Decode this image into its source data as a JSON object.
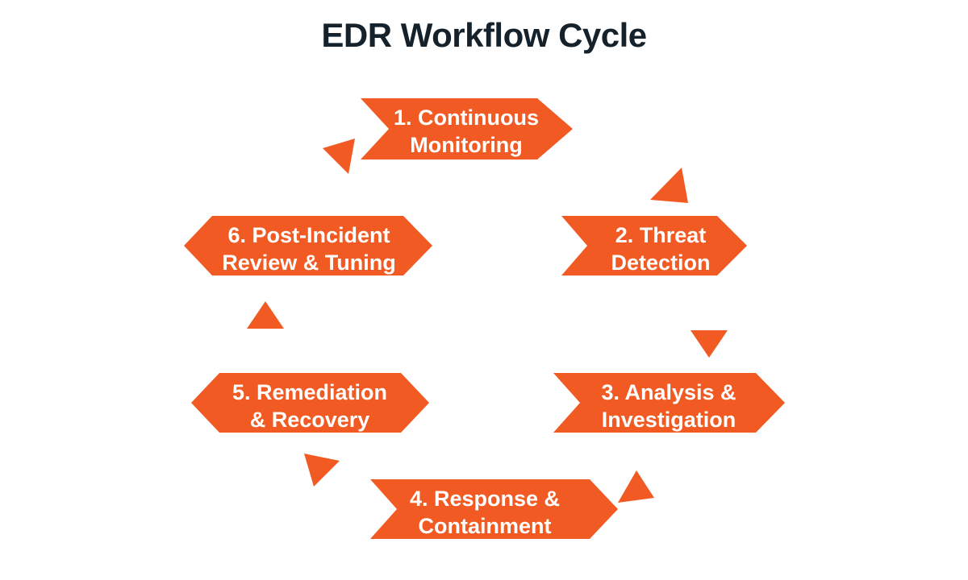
{
  "title": "EDR Workflow Cycle",
  "colors": {
    "accent": "#F15A22",
    "title": "#16222B",
    "label": "#FFFFFF",
    "background": "#FFFFFF"
  },
  "diagram": {
    "type": "cycle",
    "direction": "clockwise",
    "step_count": 6,
    "steps": [
      {
        "id": "step-1",
        "number": "1.",
        "name": "Continuous Monitoring",
        "line1": "1. Continuous",
        "line2": "Monitoring",
        "position": "top"
      },
      {
        "id": "step-2",
        "number": "2.",
        "name": "Threat Detection",
        "line1": "2. Threat",
        "line2": "Detection",
        "position": "right-upper"
      },
      {
        "id": "step-3",
        "number": "3.",
        "name": "Analysis & Investigation",
        "line1": "3. Analysis &",
        "line2": "Investigation",
        "position": "right-lower"
      },
      {
        "id": "step-4",
        "number": "4.",
        "name": "Response & Containment",
        "line1": "4. Response &",
        "line2": "Containment",
        "position": "bottom"
      },
      {
        "id": "step-5",
        "number": "5.",
        "name": "Remediation & Recovery",
        "line1": "5. Remediation",
        "line2": "& Recovery",
        "position": "left-lower"
      },
      {
        "id": "step-6",
        "number": "6.",
        "name": "Post-Incident Review & Tuning",
        "line1": "6. Post-Incident",
        "line2": "Review & Tuning",
        "position": "left-upper"
      }
    ],
    "connectors": [
      {
        "id": "arrow-1-2",
        "from": "step-1",
        "to": "step-2",
        "shape": "curved",
        "direction": "down-right"
      },
      {
        "id": "arrow-2-3",
        "from": "step-2",
        "to": "step-3",
        "shape": "straight",
        "direction": "down"
      },
      {
        "id": "arrow-3-4",
        "from": "step-3",
        "to": "step-4",
        "shape": "curved",
        "direction": "down-left"
      },
      {
        "id": "arrow-4-5",
        "from": "step-4",
        "to": "step-5",
        "shape": "straight",
        "direction": "up-left"
      },
      {
        "id": "arrow-5-6",
        "from": "step-5",
        "to": "step-6",
        "shape": "straight",
        "direction": "up"
      },
      {
        "id": "arrow-6-1",
        "from": "step-6",
        "to": "step-1",
        "shape": "curved",
        "direction": "up-right"
      }
    ]
  }
}
